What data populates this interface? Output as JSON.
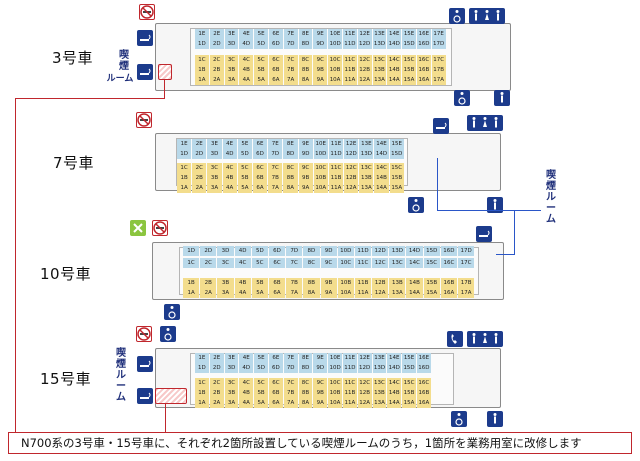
{
  "cars": [
    {
      "id": "car3",
      "label": "3号車",
      "rows": [
        "E",
        "D",
        "C",
        "B",
        "A"
      ],
      "columns": 17
    },
    {
      "id": "car7",
      "label": "7号車",
      "rows": [
        "E",
        "D",
        "C",
        "B",
        "A"
      ],
      "columns": 15
    },
    {
      "id": "car10",
      "label": "10号車",
      "rows": [
        "D",
        "C",
        "B",
        "A"
      ],
      "columns": 17
    },
    {
      "id": "car15",
      "label": "15号車",
      "rows": [
        "E",
        "D",
        "C",
        "B",
        "A"
      ],
      "columns": 16
    }
  ],
  "smoking_room_label": [
    "喫",
    "煙",
    "ル",
    "ー",
    "ム"
  ],
  "smoking_room_label_left": "喫煙\nルーム",
  "caption": "N700系の3号車・15号車に、それぞれ2箇所設置している喫煙ルームのうち，1箇所を業務用室に改修します",
  "icons": {
    "no_smoking": "no-smoking-icon",
    "smoking": "smoking-icon",
    "restroom": "restroom-icon",
    "wheelchair": "wheelchair-icon",
    "phone": "phone-icon",
    "green_car": "green-car-icon"
  },
  "colors": {
    "blue_seat": "#b9d9ea",
    "yellow_seat": "#f3dd8d",
    "red": "#c0272d",
    "navy": "#1c3b8c"
  }
}
